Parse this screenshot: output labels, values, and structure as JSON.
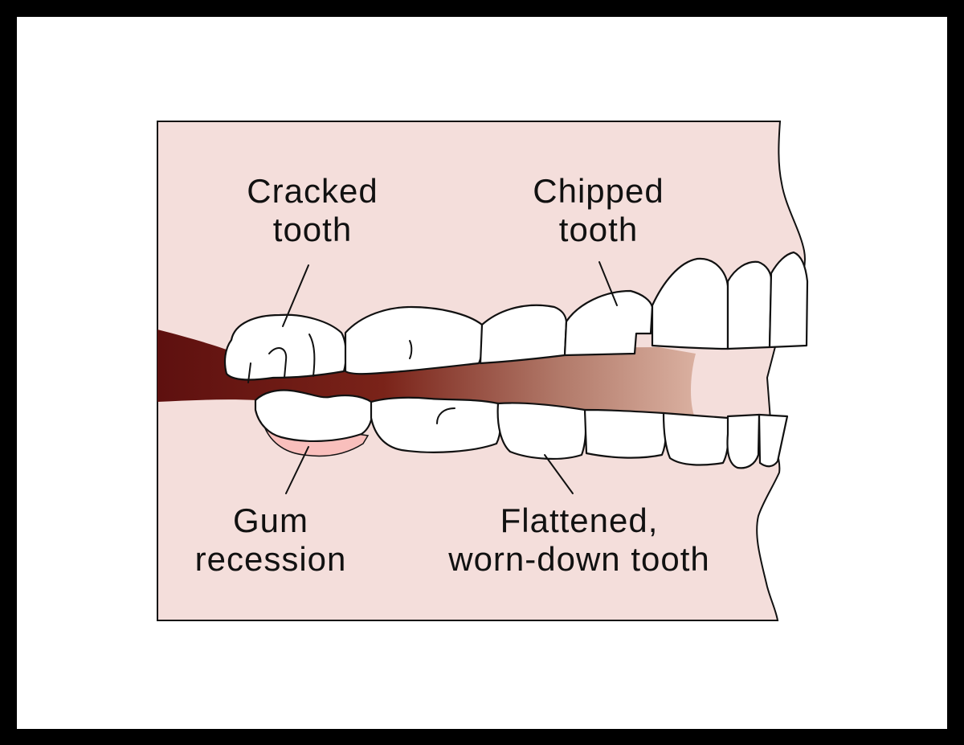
{
  "colors": {
    "frame": "#000000",
    "background": "#ffffff",
    "gum_tissue": "#f4dedb",
    "mouth_dark": "#6a1412",
    "mouth_light": "#d4a494",
    "recession": "#f9bfbc",
    "tooth": "#ffffff",
    "outline": "#111111"
  },
  "labels": {
    "cracked": {
      "line1": "Cracked",
      "line2": "tooth"
    },
    "chipped": {
      "line1": "Chipped",
      "line2": "tooth"
    },
    "gum": {
      "line1": "Gum",
      "line2": "recession"
    },
    "worn": {
      "line1": "Flattened,",
      "line2": "worn-down tooth"
    }
  }
}
